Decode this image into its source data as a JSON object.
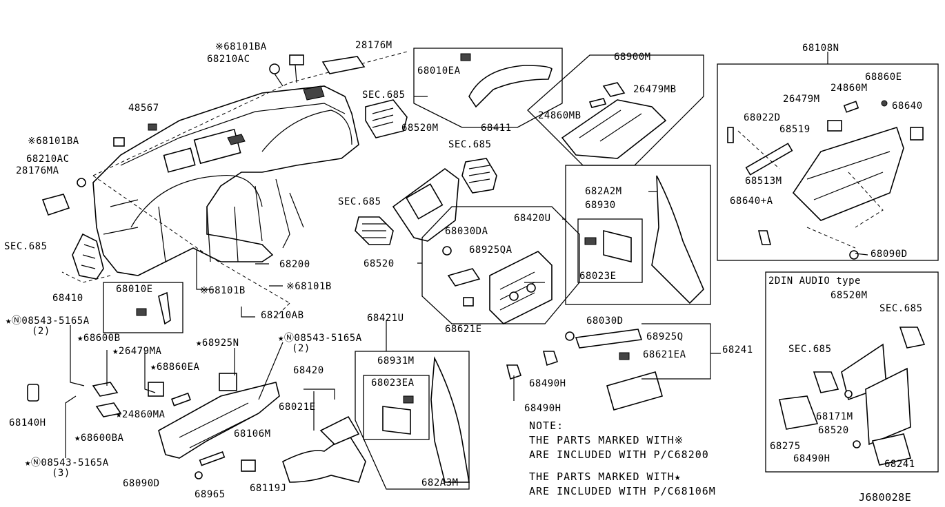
{
  "diagram_code": "J680028E",
  "inset_title": "2DIN AUDIO type",
  "notes": {
    "title": "NOTE:",
    "line1": "THE PARTS MARKED WITH※",
    "line2": "ARE INCLUDED WITH P/C68200",
    "line3": "THE PARTS MARKED WITH★",
    "line4": "ARE INCLUDED WITH P/C68106M"
  },
  "labels": {
    "p68101BA_top": "※68101BA",
    "p68210AC_top": "68210AC",
    "p28176M": "28176M",
    "p68010EA": "68010EA",
    "p48567": "48567",
    "p68101BA_left": "※68101BA",
    "p68210AC_left": "68210AC",
    "p28176MA": "28176MA",
    "sec685_a": "SEC.685",
    "p68520M": "68520M",
    "p68411": "68411",
    "sec685_b": "SEC.685",
    "sec685_c": "SEC.685",
    "sec685_left": "SEC.685",
    "p68200": "68200",
    "p68101B_a": "※68101B",
    "p68101B_b": "※68101B",
    "p68010E": "68010E",
    "p68410": "68410",
    "p68210AB": "68210AB",
    "p68900M": "68900M",
    "p26479MB": "26479MB",
    "p24860MB": "24860MB",
    "p68108N": "68108N",
    "p68860E": "68860E",
    "p24860M": "24860M",
    "p26479M": "26479M",
    "p68640": "68640",
    "p68022D": "68022D",
    "p68519": "68519",
    "p68513M": "68513M",
    "p68640A": "68640+A",
    "p68090D_right": "68090D",
    "p682A2M": "682A2M",
    "p68930": "68930",
    "p68420U": "68420U",
    "p68023E": "68023E",
    "p68030DA": "68030DA",
    "p68925QA": "68925QA",
    "p68520": "68520",
    "p68621E": "68621E",
    "bolt_08543_a": "★Ⓝ08543-5165A",
    "bolt_08543_a_qty": "(2)",
    "p68600B": "★68600B",
    "p26479MA": "★26479MA",
    "p68925N": "★68925N",
    "bolt_08543_b": "★Ⓝ08543-5165A",
    "bolt_08543_b_qty": "(2)",
    "p68860EA": "★68860EA",
    "p68140H": "68140H",
    "p24860MA": "★24860MA",
    "p68600BA": "★68600BA",
    "bolt_08543_c": "★Ⓝ08543-5165A",
    "bolt_08543_c_qty": "(3)",
    "p68090D_left": "68090D",
    "p68965": "68965",
    "p68119J": "68119J",
    "p68106M": "68106M",
    "p68420": "68420",
    "p68021E": "68021E",
    "p68421U": "68421U",
    "p68931M": "68931M",
    "p68023EA": "68023EA",
    "p682A3M": "682A3M",
    "p68490H_a": "68490H",
    "p68490H_b": "68490H",
    "p68030D": "68030D",
    "p68925Q": "68925Q",
    "p68621EA": "68621EA",
    "p68241": "68241",
    "in_68520M": "68520M",
    "in_sec685_a": "SEC.685",
    "in_sec685_b": "SEC.685",
    "in_68171M": "68171M",
    "in_68275": "68275",
    "in_68520": "68520",
    "in_68490H": "68490H",
    "in_68241": "68241"
  }
}
